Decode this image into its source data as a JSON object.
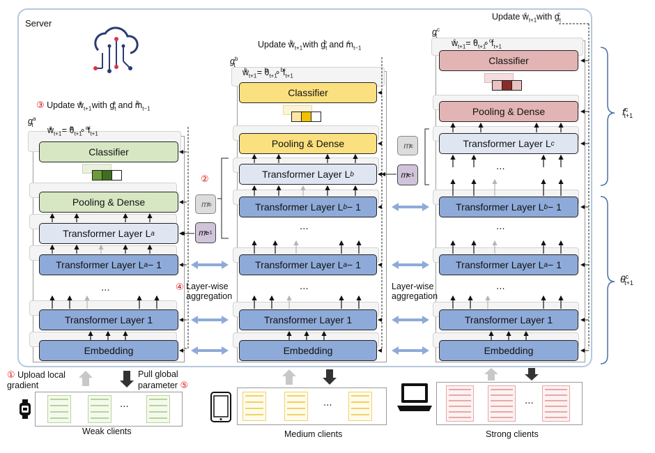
{
  "server": {
    "label": "Server"
  },
  "colors": {
    "green": "#d7e7c4",
    "blue": "#8eaad8",
    "light": "#dfe6f2",
    "yellow": "#fbe07f",
    "pink": "#e3b4b4",
    "red_marker": "#d11111"
  },
  "icons": {
    "server": "cloud-circuit-icon",
    "weak": "smartwatch-icon",
    "medium": "tablet-icon",
    "strong": "laptop-icon"
  },
  "weak": {
    "g_label": "g",
    "g_sup": "a",
    "g_sub": "t",
    "eq": "w_{t+1}^a = θ_{t+1}^a ∘ f_{t+1}^a",
    "classifier": "Classifier",
    "pooling": "Pooling & Dense",
    "tl_la": "Transformer Layer L",
    "tl_la_sub": "a",
    "tl_la1": "Transformer Layer L",
    "tl_la1_sub": "a",
    "tl_la1_suffix": " − 1",
    "tl1": "Transformer Layer 1",
    "embedding": "Embedding",
    "dots": "⋯",
    "update_num": "③",
    "update_text": "Update w_{t+1}^a with g_t^a and m_{t-1}^b"
  },
  "medium": {
    "g_label": "g",
    "g_sup": "b",
    "g_sub": "t",
    "eq": "w_{t+1}^b = θ_{t+1}^b ∘ f_{t+1}^b",
    "classifier": "Classifier",
    "pooling": "Pooling & Dense",
    "tl_lb": "Transformer Layer L",
    "tl_lb_sub": "b",
    "tl_lb1": "Transformer Layer L",
    "tl_lb1_sub": "b",
    "tl_lb1_suffix": " − 1",
    "tl_la1": "Transformer Layer L",
    "tl_la1_sub": "a",
    "tl_la1_suffix": " − 1",
    "tl1": "Transformer Layer 1",
    "embedding": "Embedding",
    "dots": "⋯",
    "update_text": "Update w_{t+1}^b with g_t^b and m_{t-1}^c"
  },
  "strong": {
    "g_label": "g",
    "g_sup": "c",
    "g_sub": "t",
    "eq": "w_{t+1}^c = θ_{t+1}^c ∘ f_{t+1}^c",
    "classifier": "Classifier",
    "pooling": "Pooling & Dense",
    "tl_lc": "Transformer Layer L",
    "tl_lc_sub": "c",
    "tl_lb1": "Transformer Layer L",
    "tl_lb1_sub": "b",
    "tl_lb1_suffix": " − 1",
    "tl_la1": "Transformer Layer L",
    "tl_la1_sub": "a",
    "tl_la1_suffix": " − 1",
    "tl1": "Transformer Layer 1",
    "embedding": "Embedding",
    "dots": "⋯",
    "update_text": "Update w_{t+1}^c with g_t^c"
  },
  "messages": {
    "m_b_t": "m_t^b",
    "m_b_t1": "m_{t-1}^b",
    "m_c_t": "m_t^c",
    "m_c_t1": "m_{t-1}^c",
    "step2": "②",
    "step4": "④",
    "agg1": "Layer-wise aggregation",
    "agg2": "Layer-wise aggregation"
  },
  "braces": {
    "f": "f_{t+1}^c",
    "theta": "θ_{t+1}^c"
  },
  "clients": {
    "upload_num": "①",
    "upload_text": "Upload local gradient",
    "pull_num": "⑤",
    "pull_text": "Pull global parameter",
    "dots": "⋯",
    "weak_label": "Weak clients",
    "medium_label": "Medium clients",
    "strong_label": "Strong clients"
  }
}
